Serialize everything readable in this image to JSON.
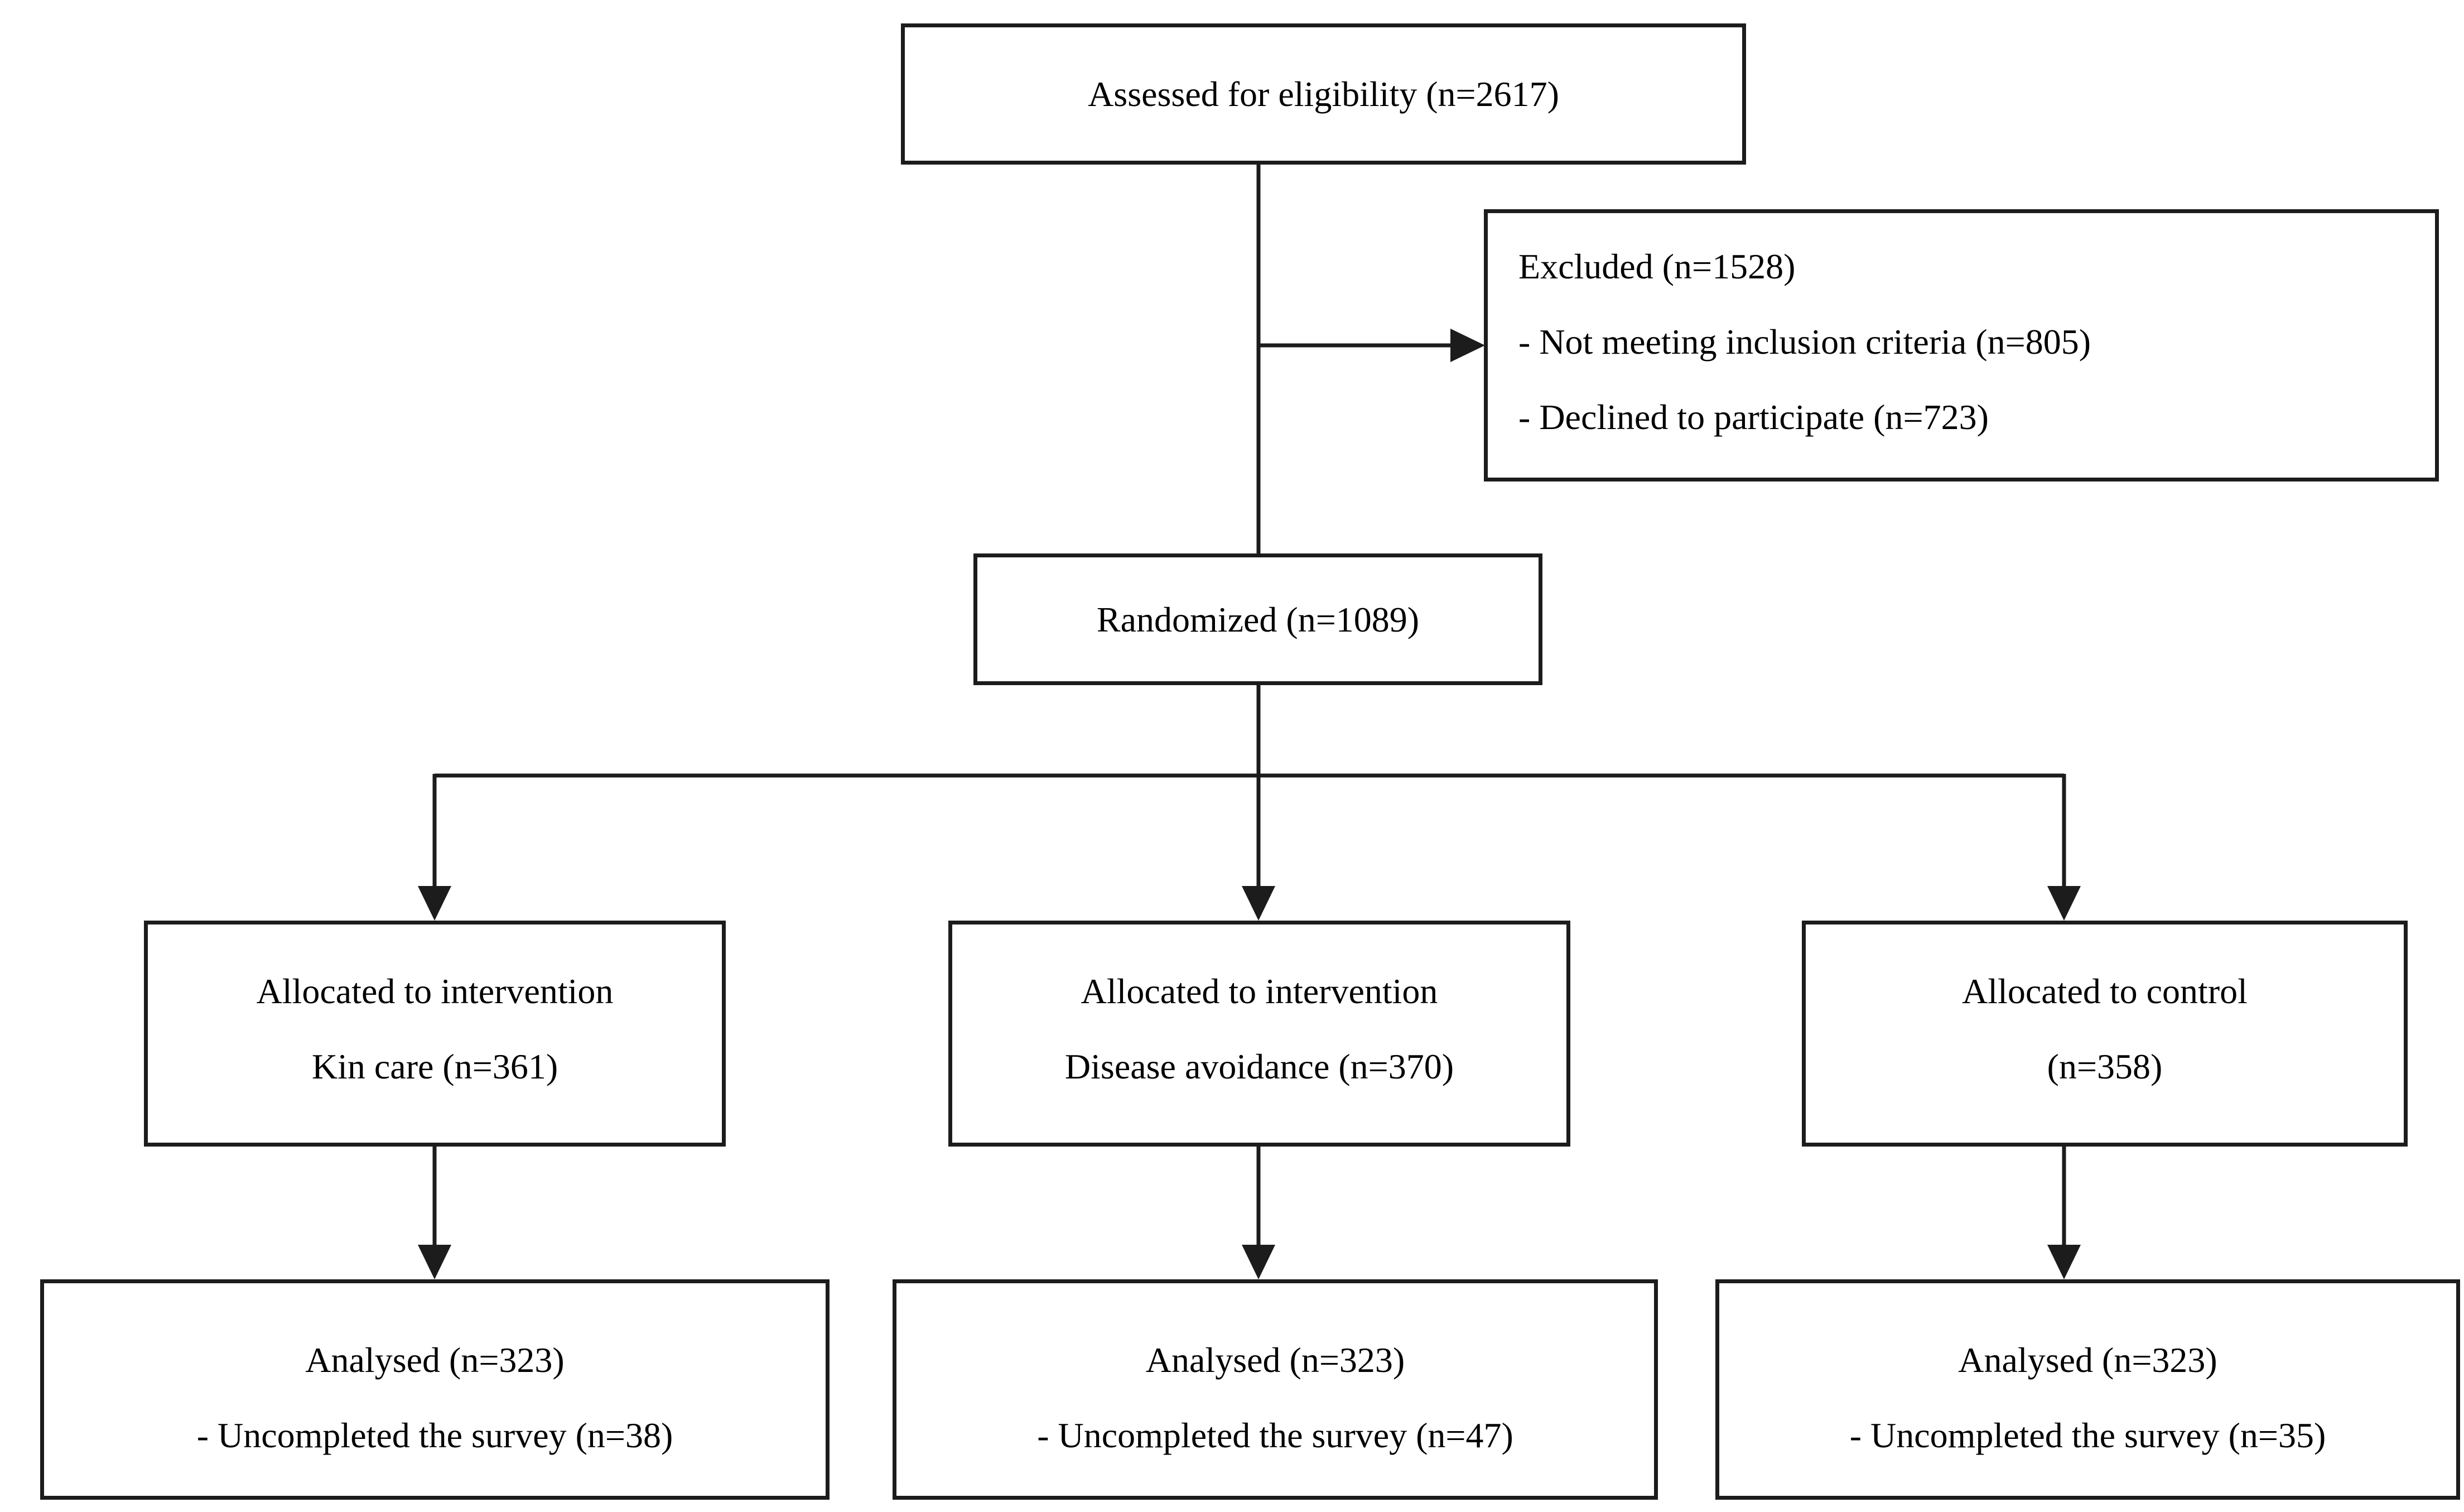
{
  "diagram": {
    "colors": {
      "line": "#1c1c1c",
      "border": "#1c1c1c",
      "text": "#000000",
      "background": "#ffffff"
    },
    "assessed": {
      "text": "Assessed for eligibility (n=2617)"
    },
    "excluded": {
      "title": "Excluded (n=1528)",
      "reasons": [
        "- Not meeting inclusion criteria (n=805)",
        "- Declined to participate (n=723)"
      ]
    },
    "randomized": {
      "text": "Randomized (n=1089)"
    },
    "allocations": [
      {
        "line1": "Allocated to intervention",
        "line2": "Kin care (n=361)"
      },
      {
        "line1": "Allocated to intervention",
        "line2": "Disease avoidance (n=370)"
      },
      {
        "line1": "Allocated to control",
        "line2": "(n=358)"
      }
    ],
    "analysed": [
      {
        "line1": "Analysed (n=323)",
        "line2": "- Uncompleted the survey (n=38)"
      },
      {
        "line1": "Analysed (n=323)",
        "line2": "- Uncompleted the survey (n=47)"
      },
      {
        "line1": "Analysed (n=323)",
        "line2": "- Uncompleted the survey (n=35)"
      }
    ]
  }
}
